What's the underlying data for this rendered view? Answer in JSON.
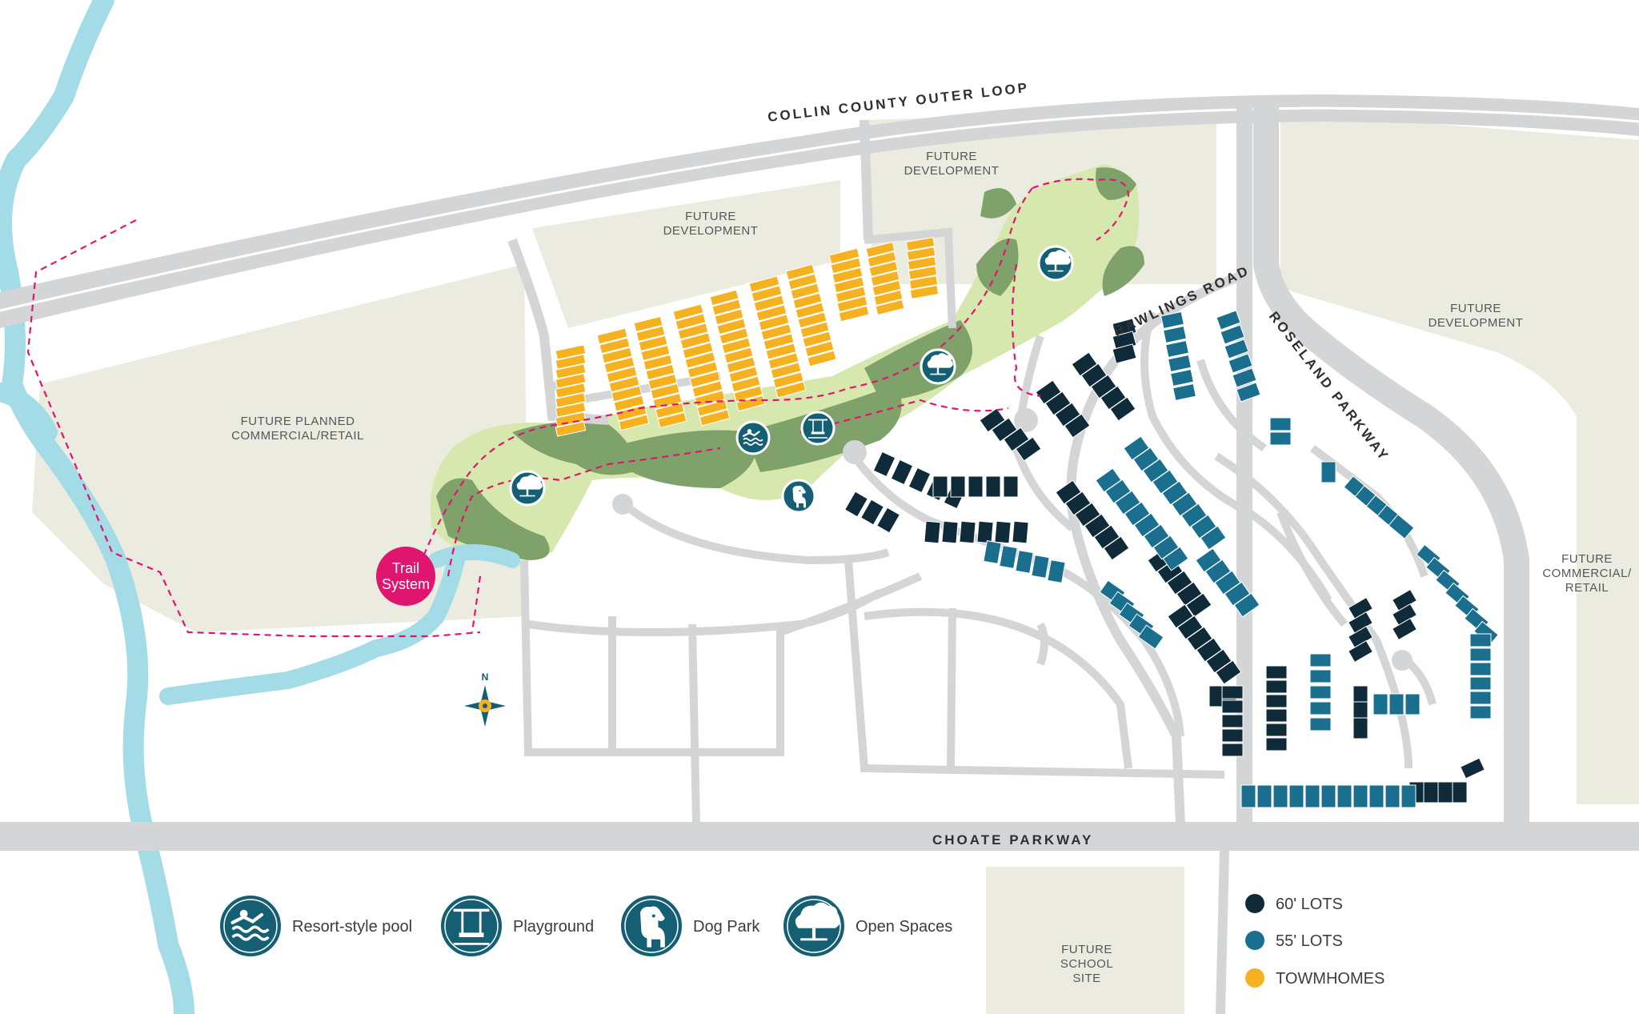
{
  "roads": {
    "outer_loop": "COLLIN COUNTY OUTER LOOP",
    "rawlings": "RAWLINGS ROAD",
    "roseland": "ROSELAND PARKWAY",
    "choate": "CHOATE PARKWAY"
  },
  "areas": {
    "future_dev_1": [
      "FUTURE",
      "DEVELOPMENT"
    ],
    "future_dev_2": [
      "FUTURE",
      "DEVELOPMENT"
    ],
    "future_dev_3": [
      "FUTURE",
      "DEVELOPMENT"
    ],
    "planned_commercial": [
      "FUTURE PLANNED",
      "COMMERCIAL/RETAIL"
    ],
    "future_commercial": [
      "FUTURE",
      "COMMERCIAL/",
      "RETAIL"
    ],
    "future_school": [
      "FUTURE",
      "SCHOOL",
      "SITE"
    ]
  },
  "trail": [
    "Trail",
    "System"
  ],
  "compass": "N",
  "amenities": [
    {
      "icon": "pool-icon",
      "label": "Resort-style pool"
    },
    {
      "icon": "swing-icon",
      "label": "Playground"
    },
    {
      "icon": "dog-icon",
      "label": "Dog Park"
    },
    {
      "icon": "tree-icon",
      "label": "Open Spaces"
    }
  ],
  "lot_legend": [
    {
      "label": "60' LOTS",
      "color": "#0f2a38"
    },
    {
      "label": "55' LOTS",
      "color": "#1a6f8f"
    },
    {
      "label": "TOWMHOMES",
      "color": "#f5b120"
    }
  ],
  "colors": {
    "road": "#d4d5d7",
    "land": "#ecebe0",
    "park": "#d6e8ad",
    "trees": "#7ea26a",
    "water": "#a3dbe6",
    "trail": "#e0156f",
    "amenity": "#155f74"
  }
}
